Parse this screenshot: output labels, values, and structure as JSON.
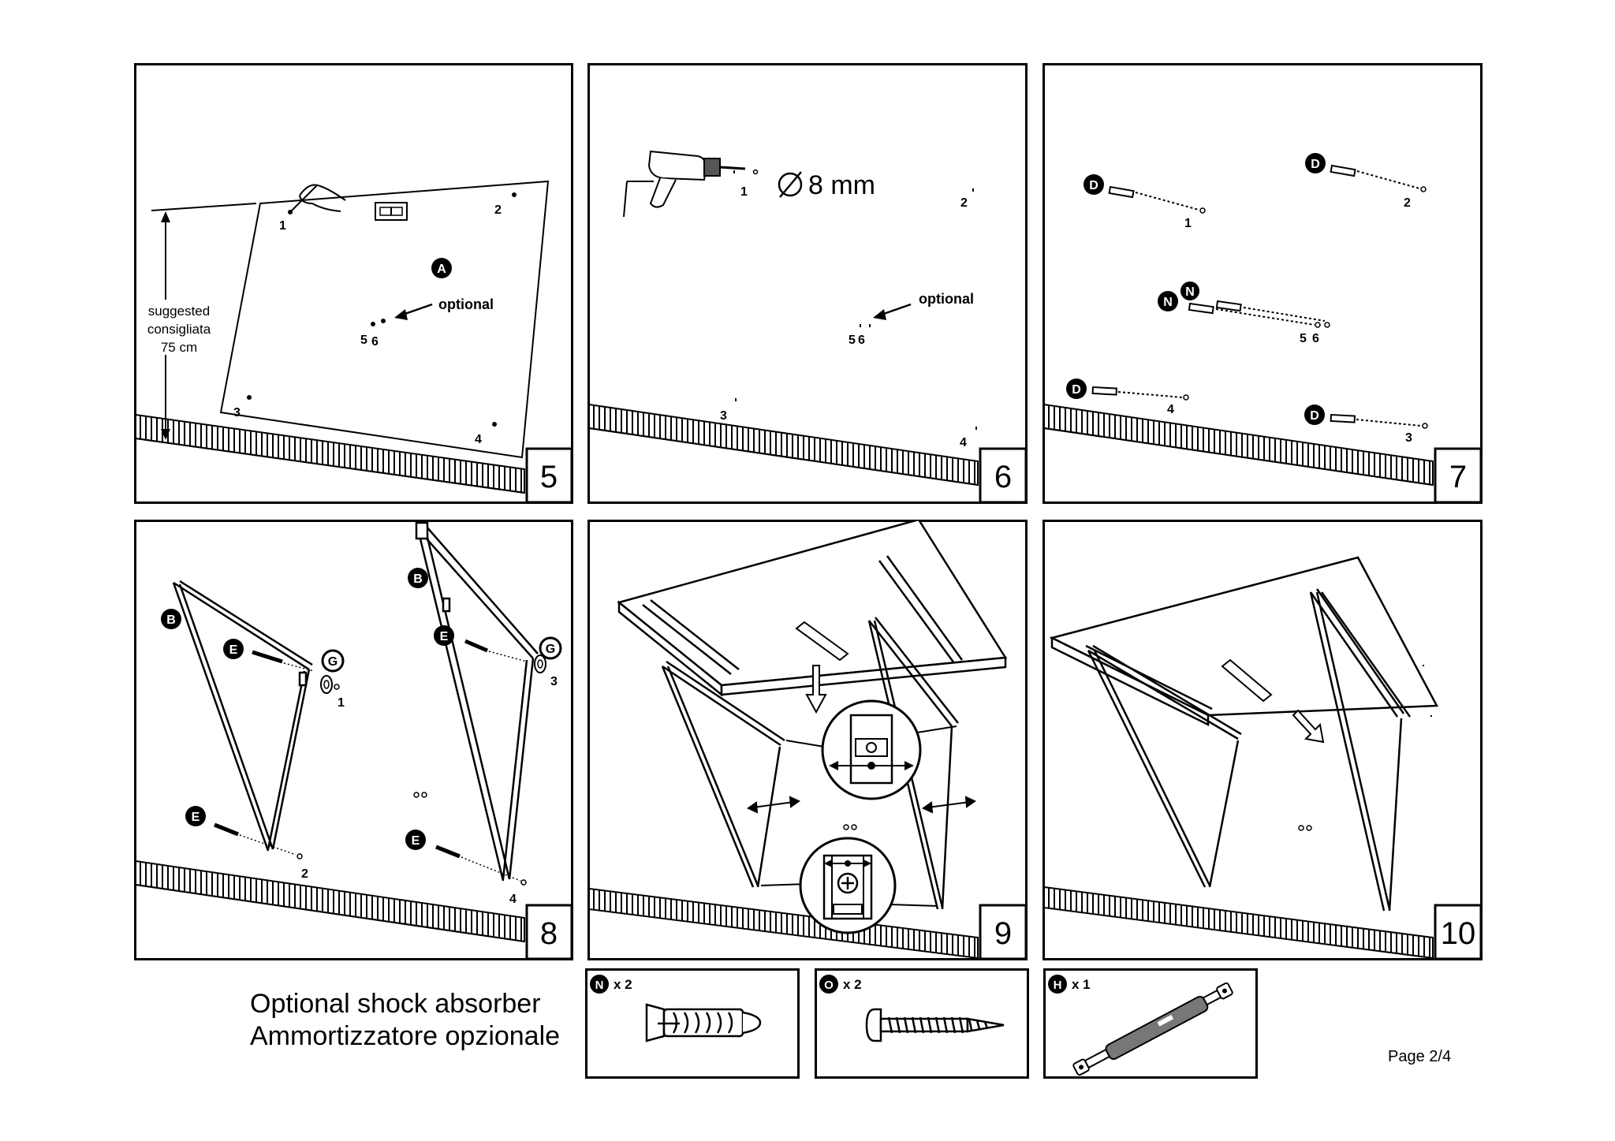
{
  "page_number": "Page 2/4",
  "caption": {
    "line1": "Optional shock absorber",
    "line2": "Ammortizzatore opzionale"
  },
  "steps": [
    {
      "number": "5",
      "height_label": [
        "suggested",
        "consigliata",
        "75 cm"
      ],
      "optional_label": "optional",
      "part": "A",
      "holes": [
        "1",
        "2",
        "3",
        "4",
        "5",
        "6"
      ]
    },
    {
      "number": "6",
      "drill_size": "8 mm",
      "optional_label": "optional",
      "holes": [
        "1",
        "2",
        "3",
        "4",
        "5",
        "6"
      ]
    },
    {
      "number": "7",
      "parts": [
        "D",
        "N"
      ],
      "holes": [
        "1",
        "2",
        "3",
        "4",
        "5",
        "6"
      ]
    },
    {
      "number": "8",
      "parts": [
        "B",
        "E",
        "G"
      ],
      "holes": [
        "1",
        "2",
        "3",
        "4"
      ]
    },
    {
      "number": "9"
    },
    {
      "number": "10"
    }
  ],
  "parts_list": [
    {
      "letter": "N",
      "quantity": "x 2",
      "icon": "wall-plug-icon"
    },
    {
      "letter": "O",
      "quantity": "x 2",
      "icon": "screw-icon"
    },
    {
      "letter": "H",
      "quantity": "x 1",
      "icon": "gas-spring-icon"
    }
  ]
}
